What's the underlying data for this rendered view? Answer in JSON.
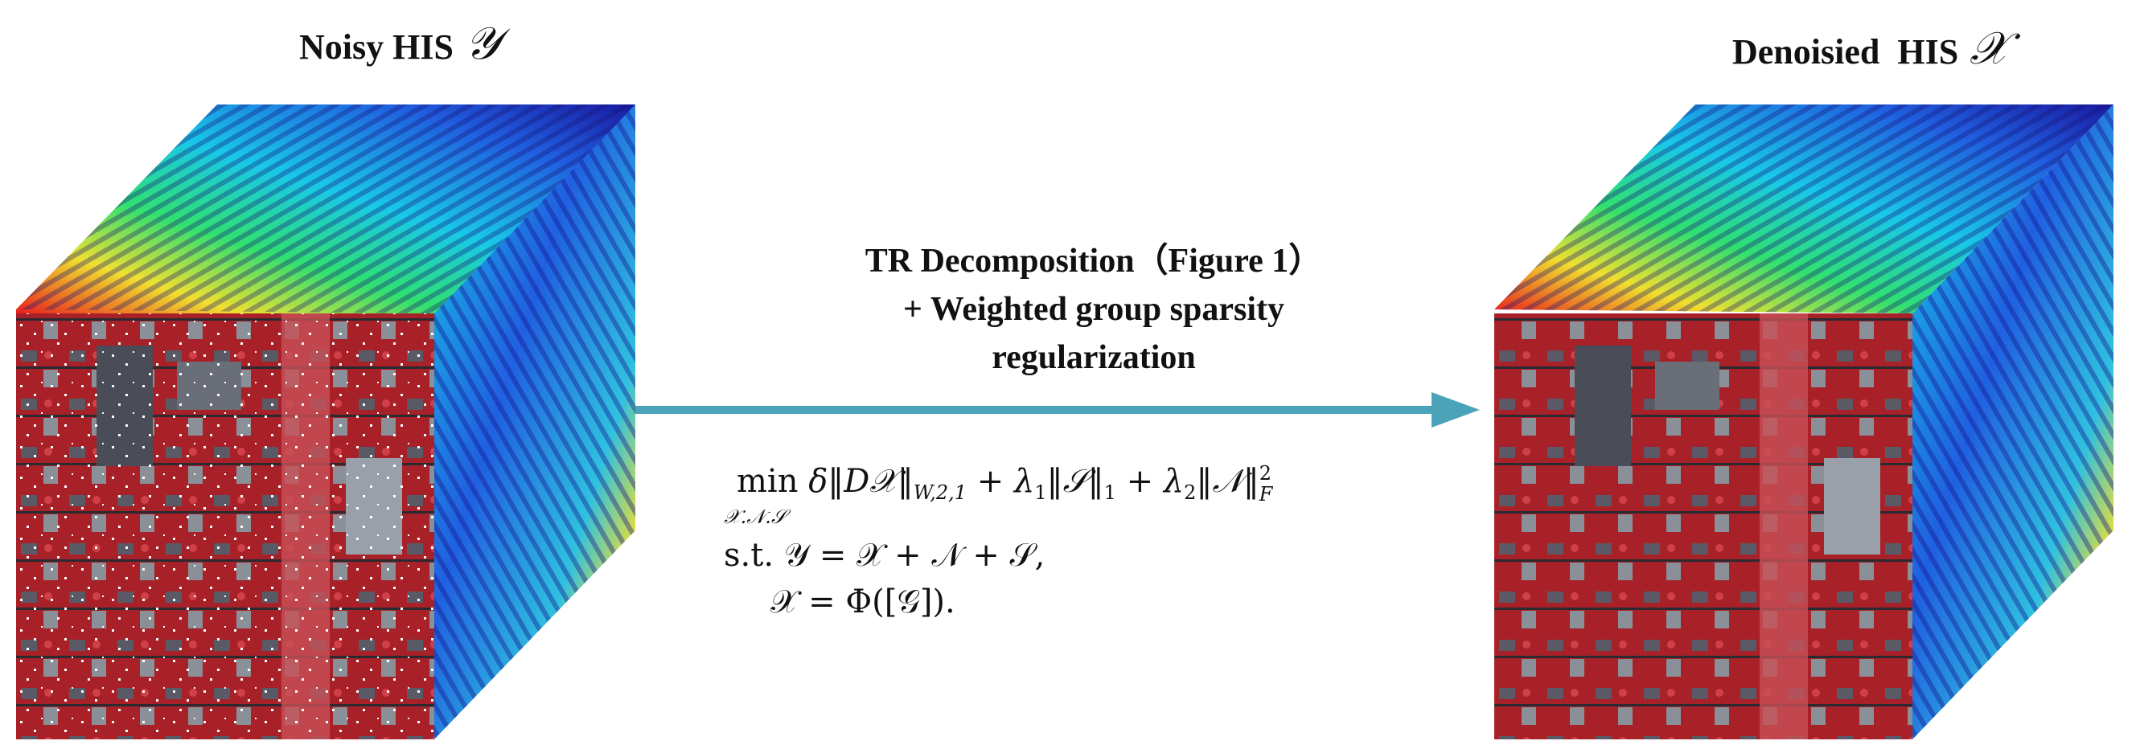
{
  "titles": {
    "noisy_label": "Noisy HIS",
    "noisy_symbol": "𝒴",
    "denoised_label": "Denoisied  HIS",
    "denoised_symbol": "𝒳"
  },
  "method": {
    "line1": "TR Decomposition（Figure 1）",
    "line2": "+ Weighted group sparsity",
    "line3": "regularization"
  },
  "formula": {
    "min": "min",
    "min_sub": "𝒳.𝒩.𝒮",
    "objective": "δ‖D𝒳‖",
    "norm_sub": "W,2,1",
    "term2": " + λ",
    "l1sub": "1",
    "term2b": "‖𝒮‖",
    "s_sub": "1",
    "term3": " + λ",
    "l2sub": "2",
    "term3b": "‖𝒩‖",
    "f_sup": "2",
    "f_sub": "F",
    "constraint1": "s.t. 𝒴 = 𝒳 + 𝒩 + 𝒮,",
    "constraint2": "𝒳 = Φ([𝒢])."
  },
  "colors": {
    "arrow": "#4aa3b8",
    "image_red": "#b0242c",
    "spectral_blue": "#1a1aa0",
    "spectral_cyan": "#19c8e8",
    "spectral_yellow": "#f0e030",
    "spectral_red": "#e8201c"
  }
}
